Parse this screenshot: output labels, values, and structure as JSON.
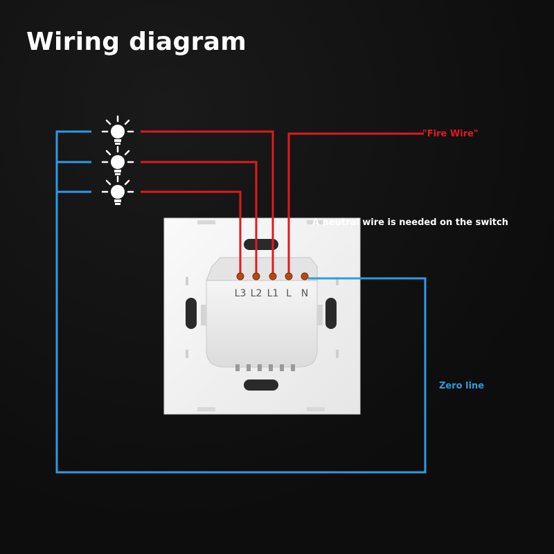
{
  "title": "Wiring diagram",
  "labels": {
    "fire_wire": "\"Fire Wire\"",
    "neutral_note": "A neutral wire is needed on the switch",
    "zero_line": "Zero line"
  },
  "terminals": [
    "L3",
    "L2",
    "L1",
    "L",
    "N"
  ],
  "lamps": [
    "lamp-1",
    "lamp-2",
    "lamp-3"
  ],
  "colors": {
    "live_wire": "#e3191c",
    "neutral_wire": "#2e9be3",
    "background": "#0f0f0f",
    "plate": "#f2f2f2"
  },
  "icons": {
    "lamp": "light-bulb-icon"
  }
}
